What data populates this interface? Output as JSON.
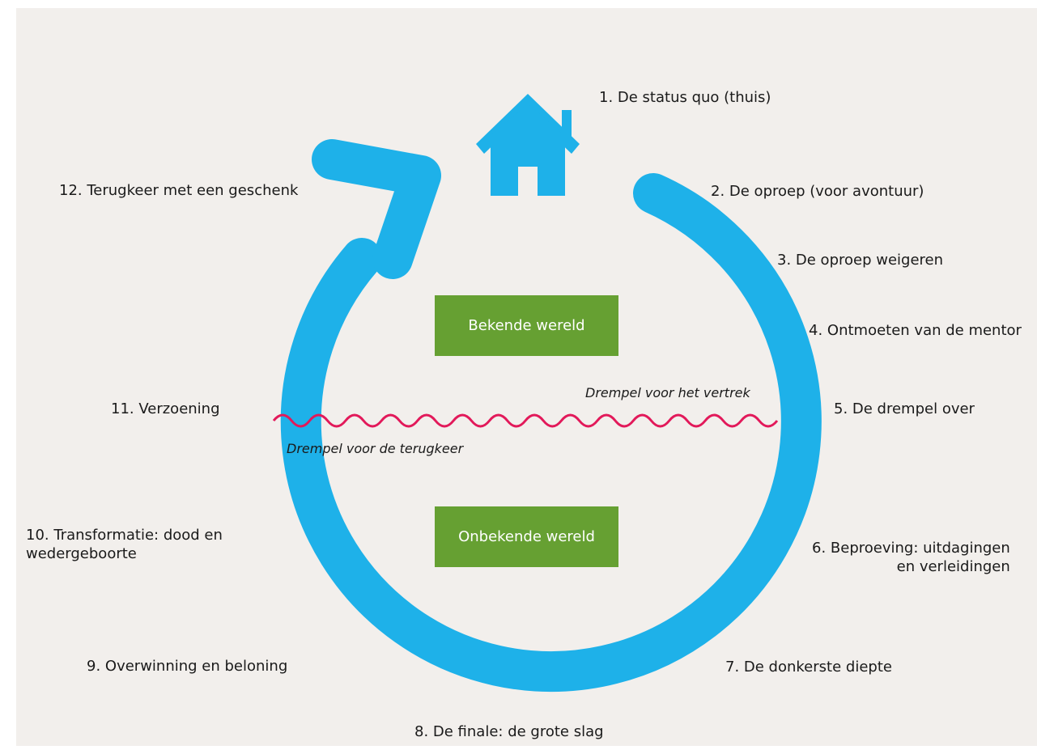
{
  "colors": {
    "background": "#f2efec",
    "cycle": "#1eb1e9",
    "threshold": "#e2195a",
    "world_box": "#66a032",
    "text": "#1a1a1a"
  },
  "icons": {
    "home": "house-icon",
    "cycle": "circular-arrow-icon"
  },
  "steps": [
    "1. De status quo (thuis)",
    "2. De oproep (voor avontuur)",
    "3. De oproep weigeren",
    "4. Ontmoeten van de mentor",
    "5. De drempel over",
    "6. Beproeving: uitdagingen\nen verleidingen",
    "7. De donkerste diepte",
    "8. De finale: de grote slag",
    "9. Overwinning en beloning",
    "10. Transformatie: dood en\nwedergeboorte",
    "11. Verzoening",
    "12. Terugkeer met een geschenk"
  ],
  "worlds": {
    "known": "Bekende wereld",
    "unknown": "Onbekende wereld"
  },
  "thresholds": {
    "departure": "Drempel voor het vertrek",
    "return": "Drempel voor de terugkeer"
  }
}
